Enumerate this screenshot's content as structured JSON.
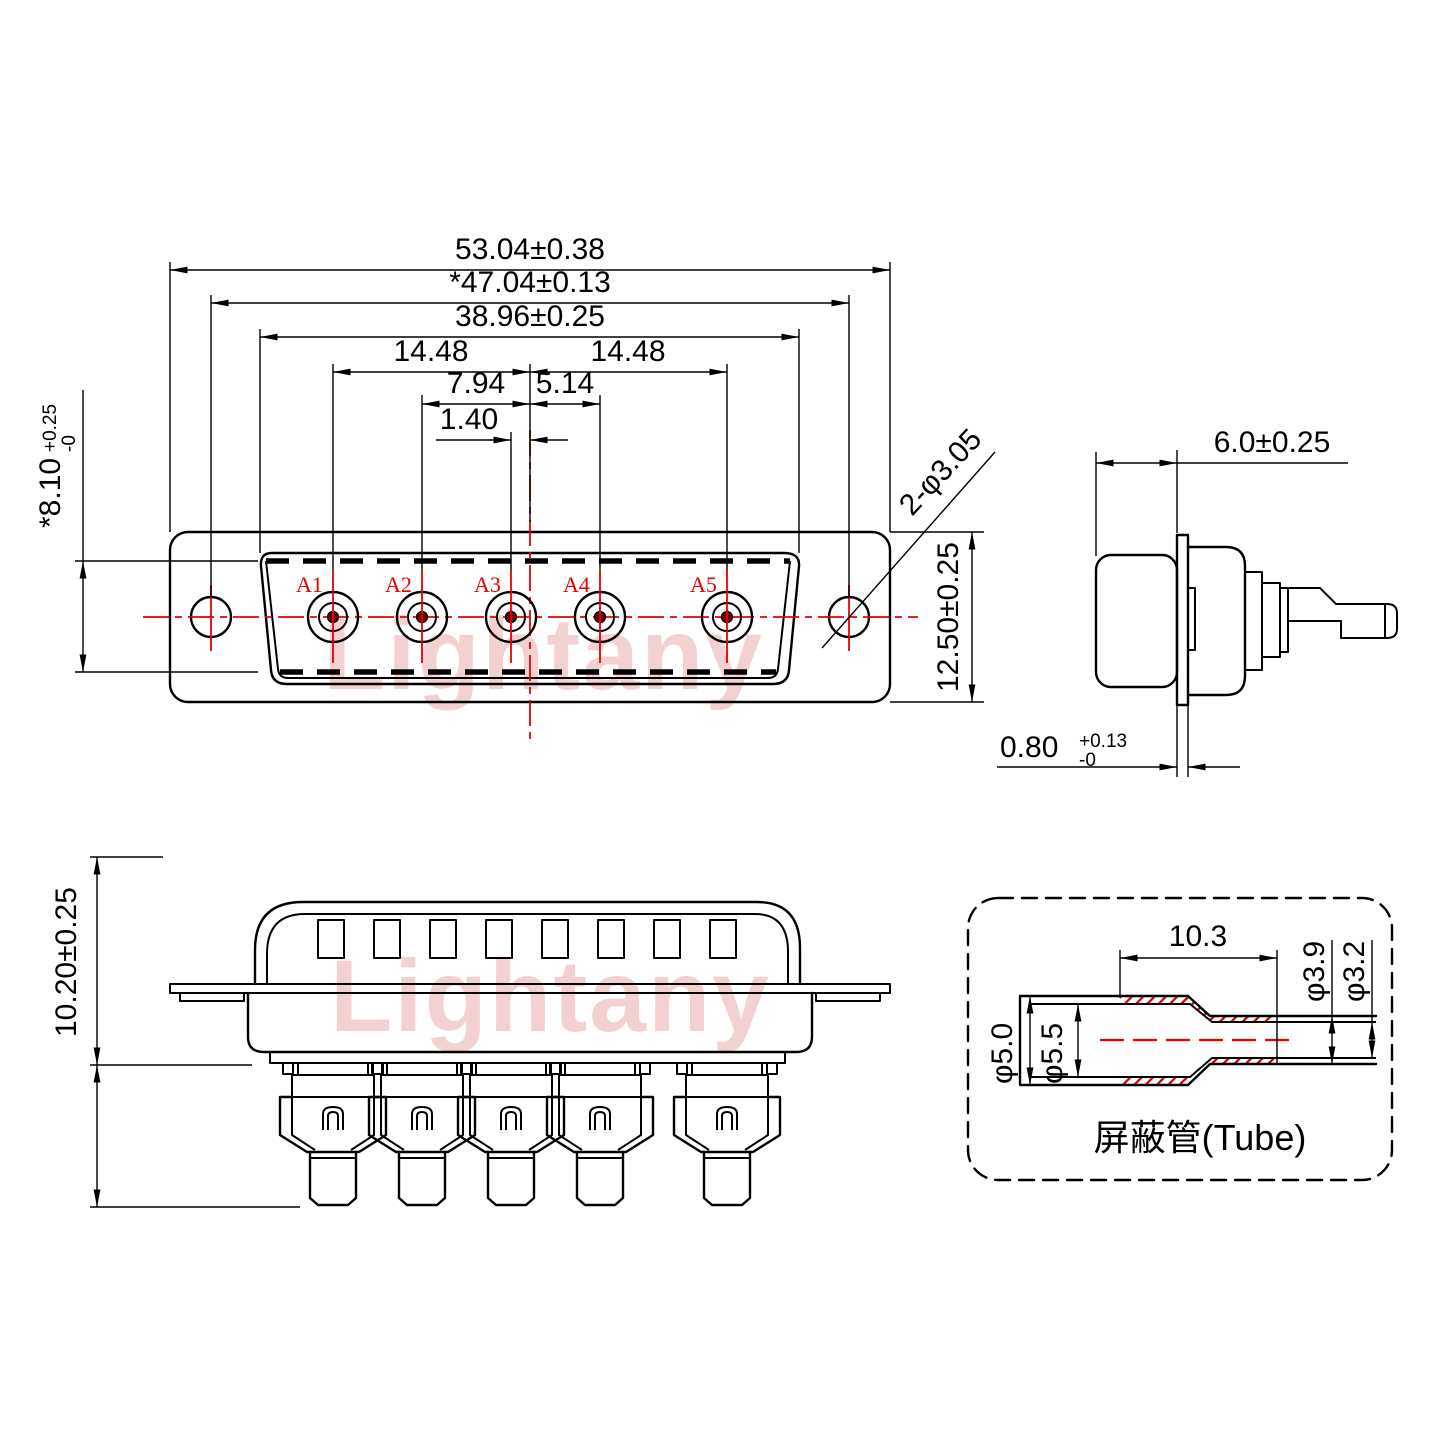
{
  "watermark": {
    "text": "Lightany"
  },
  "colors": {
    "line": "#000000",
    "red": "#e60000",
    "watermark": "#f2c6c6",
    "pin_dot": "#6b0000"
  },
  "front_view": {
    "dim_width_outer": "53.04±0.38",
    "dim_width_holes": "*47.04±0.13",
    "dim_width_dshell": "38.96±0.25",
    "dim_a1_to_center": "14.48",
    "dim_center_to_a5": "14.48",
    "dim_a2_to_center": "7.94",
    "dim_center_to_a4": "5.14",
    "dim_a3_to_center": "1.40",
    "dim_opening_height": {
      "value": "*8.10",
      "tol_plus": "+0.25",
      "tol_minus": "-0"
    },
    "dim_body_height": "12.50±0.25",
    "label_mount_holes": "2-φ3.05",
    "pins": [
      {
        "label": "A1"
      },
      {
        "label": "A2"
      },
      {
        "label": "A3"
      },
      {
        "label": "A4"
      },
      {
        "label": "A5"
      }
    ]
  },
  "side_view": {
    "dim_front_depth": "6.0±0.25",
    "dim_flange_thickness": {
      "value": "0.80",
      "tol_plus": "+0.13",
      "tol_minus": "-0"
    }
  },
  "bottom_view": {
    "dim_terminal_length": "10.20±0.25"
  },
  "tube_view": {
    "dim_shrink_length": "10.3",
    "dim_small_outer": "φ3.9",
    "dim_small_inner": "φ3.2",
    "dim_large_outer": "φ5.0",
    "dim_large_inner": "φ5.5",
    "caption": "屏蔽管(Tube)"
  }
}
